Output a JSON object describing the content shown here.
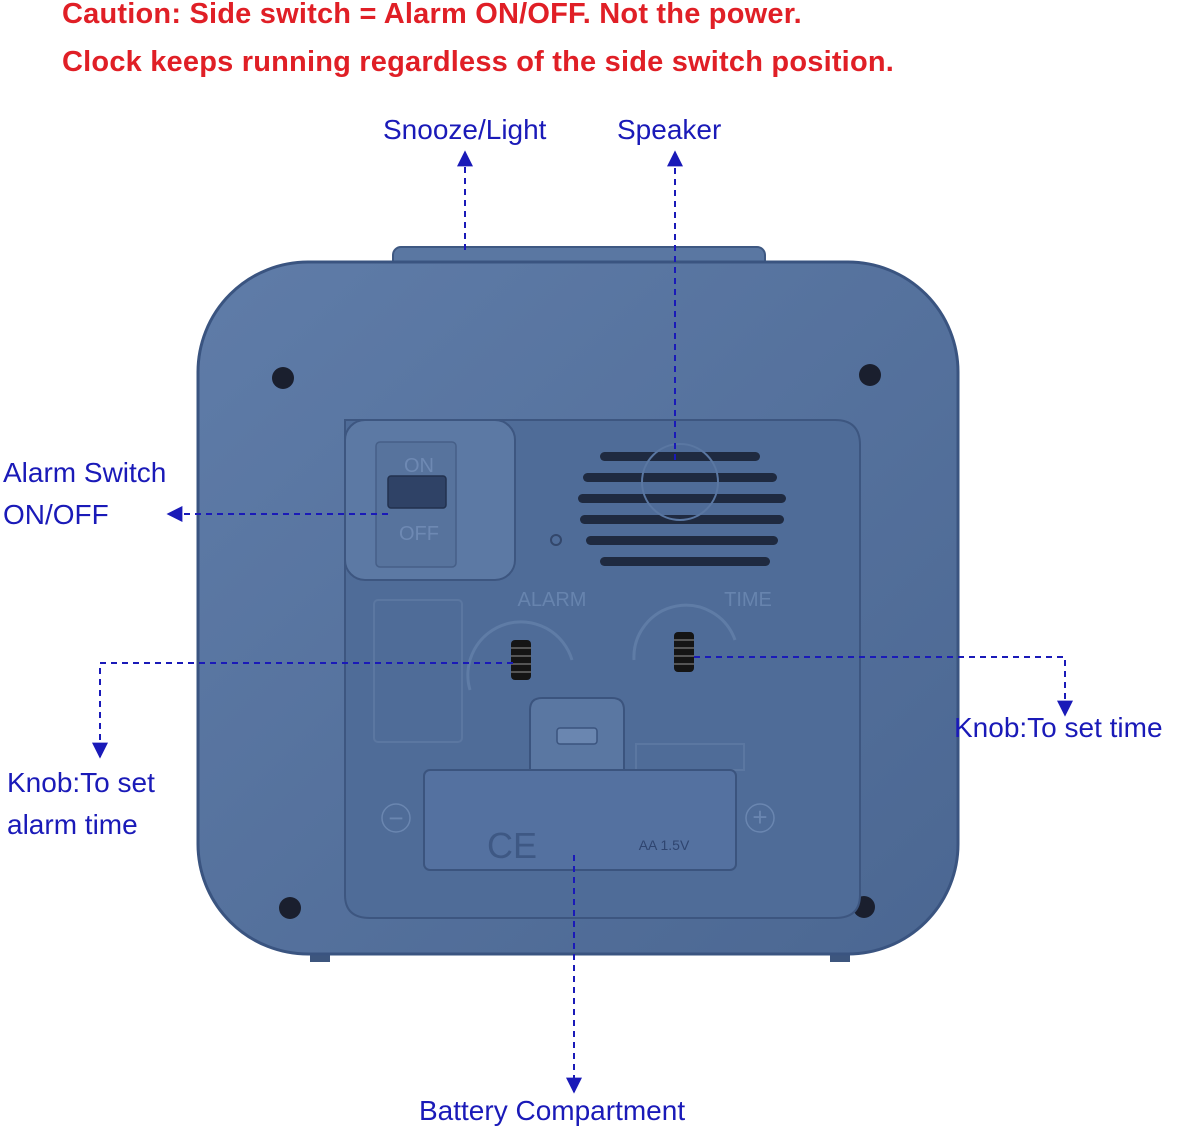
{
  "caution": {
    "line1": "Caution: Side switch = Alarm ON/OFF. Not the power.",
    "line2": "Clock keeps running regardless of the side switch position."
  },
  "labels": {
    "snooze": "Snooze/Light",
    "speaker": "Speaker",
    "alarm_switch_1": "Alarm Switch",
    "alarm_switch_2": "ON/OFF",
    "knob_time": "Knob:To set time",
    "knob_alarm_1": "Knob:To set",
    "knob_alarm_2": "alarm time",
    "battery": "Battery Compartment"
  },
  "device_markings": {
    "switch_on": "ON",
    "switch_off": "OFF",
    "alarm": "ALARM",
    "time": "TIME",
    "battery_spec": "AA 1.5V",
    "ce": "CE",
    "minus": "−",
    "plus": "+"
  },
  "colors": {
    "caution": "#e01f26",
    "callout": "#1a1ab8",
    "body": "#56739e",
    "body_dark": "#3f5a85",
    "panel": "#4d6a96"
  }
}
